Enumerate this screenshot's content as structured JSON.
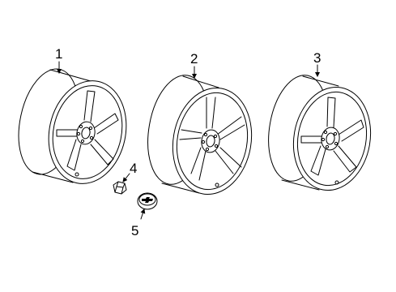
{
  "diagram": {
    "callouts": [
      {
        "id": "1",
        "label": "1",
        "part": "wheel"
      },
      {
        "id": "2",
        "label": "2",
        "part": "wheel"
      },
      {
        "id": "3",
        "label": "3",
        "part": "wheel"
      },
      {
        "id": "4",
        "label": "4",
        "part": "lug-nut"
      },
      {
        "id": "5",
        "label": "5",
        "part": "center-cap"
      }
    ],
    "colors": {
      "line": "#000000",
      "background": "#ffffff"
    }
  }
}
